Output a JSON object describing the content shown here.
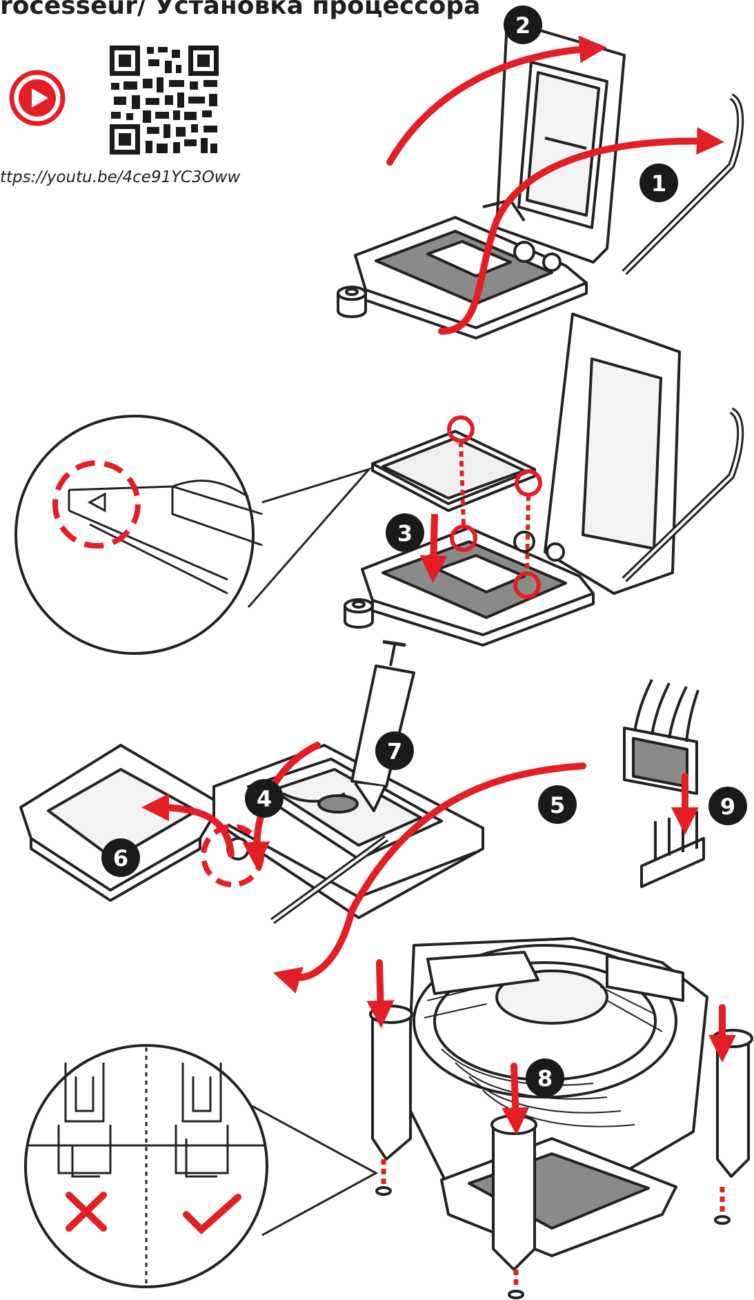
{
  "header": {
    "title": "rocesseur/ Установка процессора",
    "video_icon": "play-icon",
    "video_url": "ttps://youtu.be/4ce91YC3Oww",
    "qr_icon": "qr-code"
  },
  "steps": {
    "s1": "1",
    "s2": "2",
    "s3": "3",
    "s4": "4",
    "s5": "5",
    "s6": "6",
    "s7": "7",
    "s8": "8",
    "s9": "9"
  },
  "colors": {
    "accent": "#e31e24",
    "badge": "#1a1a1a",
    "line": "#222222",
    "plate": "#8a8a8a"
  }
}
